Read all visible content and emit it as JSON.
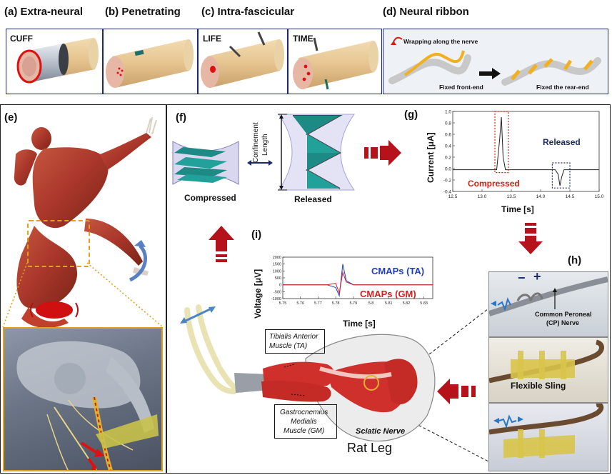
{
  "top_panels": {
    "a": {
      "label": "(a) Extra-neural",
      "inner": "CUFF"
    },
    "b": {
      "label": "(b) Penetrating"
    },
    "c": {
      "label": "(c) Intra-fascicular",
      "inner_1": "LIFE",
      "inner_2": "TIME"
    },
    "d": {
      "label": "(d) Neural ribbon",
      "wrap_text": "Wrapping along the nerve",
      "front_text": "Fixed front-end",
      "rear_text": "Fixed the rear-end"
    }
  },
  "panel_e": {
    "label": "(e)"
  },
  "panel_f": {
    "label": "(f)",
    "compressed": "Compressed",
    "released": "Released",
    "confinement_1": "Confinement",
    "confinement_2": "Length"
  },
  "panel_g": {
    "label": "(g)",
    "compressed": "Compressed",
    "released": "Released",
    "ylabel": "Current [μA]",
    "xlabel": "Time [s]",
    "yticks": [
      "1.0",
      "0.8",
      "0.6",
      "0.4",
      "0.2",
      "0.0",
      "-0.2",
      "-0.4"
    ],
    "xticks": [
      "12.5",
      "13.0",
      "13.5",
      "14.0",
      "14.5",
      "15.0"
    ]
  },
  "panel_h": {
    "label": "(h)",
    "nerve_1": "Common Peroneal",
    "nerve_2": "(CP) Nerve",
    "sling": "Flexible Sling",
    "minus": "−",
    "plus": "+"
  },
  "panel_i": {
    "label": "(i)",
    "ylabel": "Voltage [μV]",
    "xlabel": "Time [s]",
    "legend_ta": "CMAPs (TA)",
    "legend_gm": "CMAPs (GM)",
    "yticks": [
      "2000",
      "1500",
      "1000",
      "500",
      "0",
      "-500",
      "-1000"
    ],
    "xticks": [
      "5.75",
      "5.76",
      "5.77",
      "5.78",
      "5.79",
      "5.8",
      "5.81",
      "5.82",
      "5.83"
    ]
  },
  "leg": {
    "ta_1": "Tibialis Anterior",
    "ta_2": "Muscle (TA)",
    "gm_1": "Gastrocnemius",
    "gm_2": "Medialis",
    "gm_3": "Muscle (GM)",
    "sciatic": "Sciatic Nerve",
    "rat": "Rat Leg"
  },
  "chart_data": [
    {
      "type": "line",
      "ylabel": "Current [μA]",
      "xlabel": "Time [s]",
      "xlim": [
        12.5,
        15.0
      ],
      "ylim": [
        -0.4,
        1.0
      ],
      "series": [
        {
          "x": [
            12.5,
            13.0,
            13.25,
            13.3,
            13.33,
            13.36,
            13.4,
            13.6,
            14.0,
            14.25,
            14.3,
            14.33,
            14.36,
            14.4,
            14.6,
            15.0
          ],
          "y": [
            -0.02,
            -0.02,
            -0.02,
            0.5,
            0.9,
            0.2,
            -0.02,
            -0.02,
            -0.02,
            -0.02,
            -0.1,
            -0.3,
            -0.15,
            -0.02,
            -0.02,
            -0.02
          ]
        }
      ]
    },
    {
      "type": "line",
      "ylabel": "Voltage [μV]",
      "xlabel": "Time [s]",
      "xlim": [
        5.75,
        5.835
      ],
      "ylim": [
        -1000,
        2000
      ],
      "series": [
        {
          "name": "CMAPs (TA)",
          "x": [
            5.75,
            5.775,
            5.78,
            5.782,
            5.784,
            5.786,
            5.79,
            5.835
          ],
          "y": [
            0,
            0,
            -200,
            -800,
            1500,
            300,
            0,
            0
          ]
        },
        {
          "name": "CMAPs (GM)",
          "x": [
            5.75,
            5.775,
            5.78,
            5.782,
            5.784,
            5.786,
            5.79,
            5.835
          ],
          "y": [
            0,
            0,
            100,
            -600,
            900,
            200,
            0,
            0
          ]
        }
      ]
    }
  ]
}
